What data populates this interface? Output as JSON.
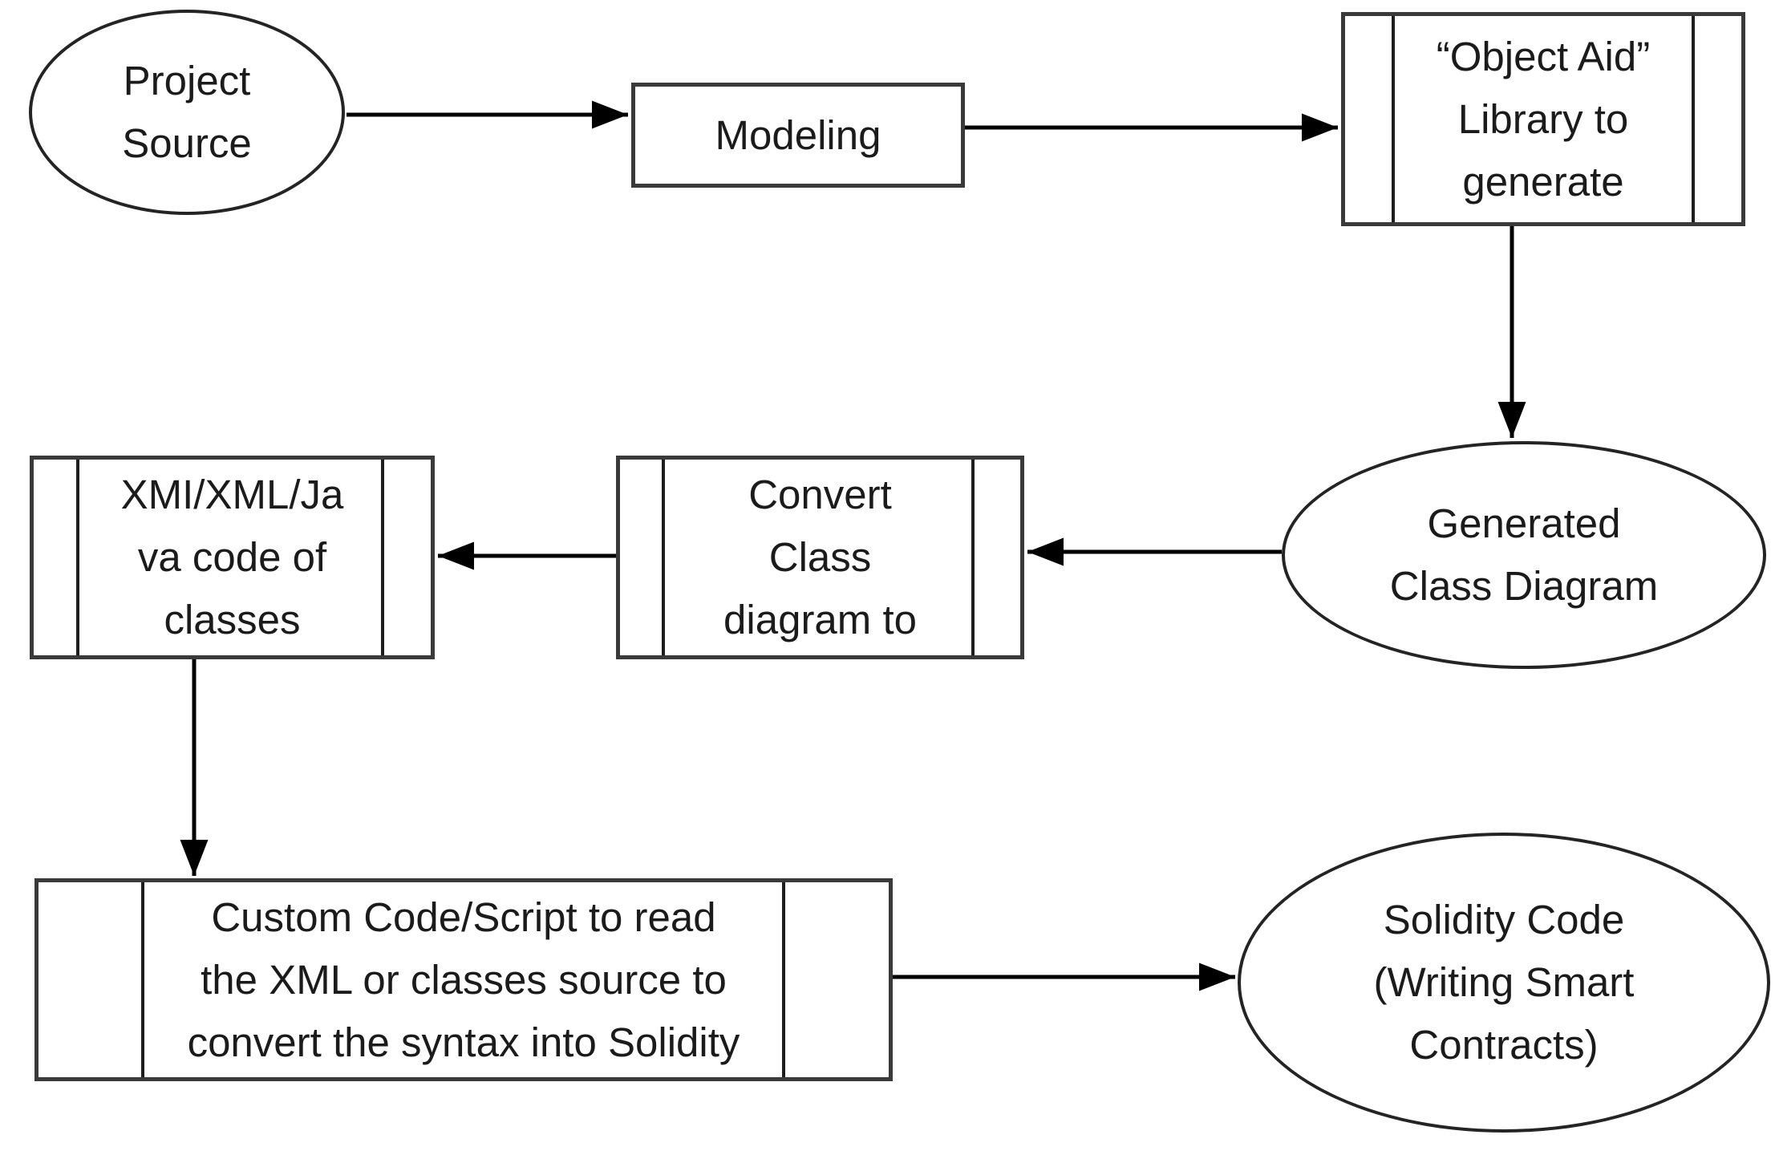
{
  "diagram": {
    "description": "Flowchart of generating Solidity smart-contract code from a project source via class diagrams",
    "colors": {
      "background": "#ffffff",
      "shape_border": "#3a3a3a",
      "ellipse_border": "#242424",
      "inner_bar": "#1d1d1d",
      "arrow": "#000000",
      "text": "#1b1b1b"
    },
    "nodes": {
      "project_source": {
        "type": "ellipse",
        "lines": [
          "Project",
          "Source"
        ]
      },
      "modeling": {
        "type": "process",
        "lines": [
          "Modeling"
        ]
      },
      "object_aid": {
        "type": "predefined-process",
        "lines": [
          "“Object Aid”",
          "Library to",
          "generate"
        ]
      },
      "generated_class_diagram": {
        "type": "ellipse",
        "lines": [
          "Generated",
          "Class Diagram"
        ]
      },
      "convert_class": {
        "type": "predefined-process",
        "lines": [
          "Convert",
          "Class",
          "diagram to"
        ]
      },
      "xmi_xml_java": {
        "type": "predefined-process",
        "lines": [
          "XMI/XML/Ja",
          "va code of",
          "classes"
        ]
      },
      "custom_code": {
        "type": "predefined-process",
        "lines": [
          "Custom Code/Script to read",
          "the XML or classes source to",
          "convert the syntax into Solidity"
        ]
      },
      "solidity_code": {
        "type": "ellipse",
        "lines": [
          "Solidity Code",
          "(Writing Smart",
          "Contracts)"
        ]
      }
    },
    "edges": [
      {
        "from": "project_source",
        "to": "modeling",
        "direction": "right"
      },
      {
        "from": "modeling",
        "to": "object_aid",
        "direction": "right"
      },
      {
        "from": "object_aid",
        "to": "generated_class_diagram",
        "direction": "down"
      },
      {
        "from": "generated_class_diagram",
        "to": "convert_class",
        "direction": "left"
      },
      {
        "from": "convert_class",
        "to": "xmi_xml_java",
        "direction": "left"
      },
      {
        "from": "xmi_xml_java",
        "to": "custom_code",
        "direction": "down"
      },
      {
        "from": "custom_code",
        "to": "solidity_code",
        "direction": "right"
      }
    ]
  }
}
